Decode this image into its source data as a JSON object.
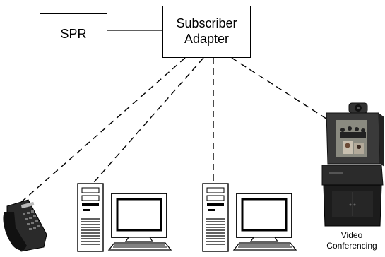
{
  "nodes": {
    "spr": "SPR",
    "adapter_line1": "Subscriber",
    "adapter_line2": "Adapter"
  },
  "captions": {
    "vc_line1": "Video",
    "vc_line2": "Conferencing"
  },
  "devices": [
    {
      "icon": "desk-phone-icon"
    },
    {
      "icon": "pc-workstation-icon"
    },
    {
      "icon": "pc-workstation-icon"
    },
    {
      "icon": "video-conferencing-unit-icon"
    }
  ],
  "colors": {
    "line": "#000000",
    "monitor_screen": "#ffffff"
  }
}
